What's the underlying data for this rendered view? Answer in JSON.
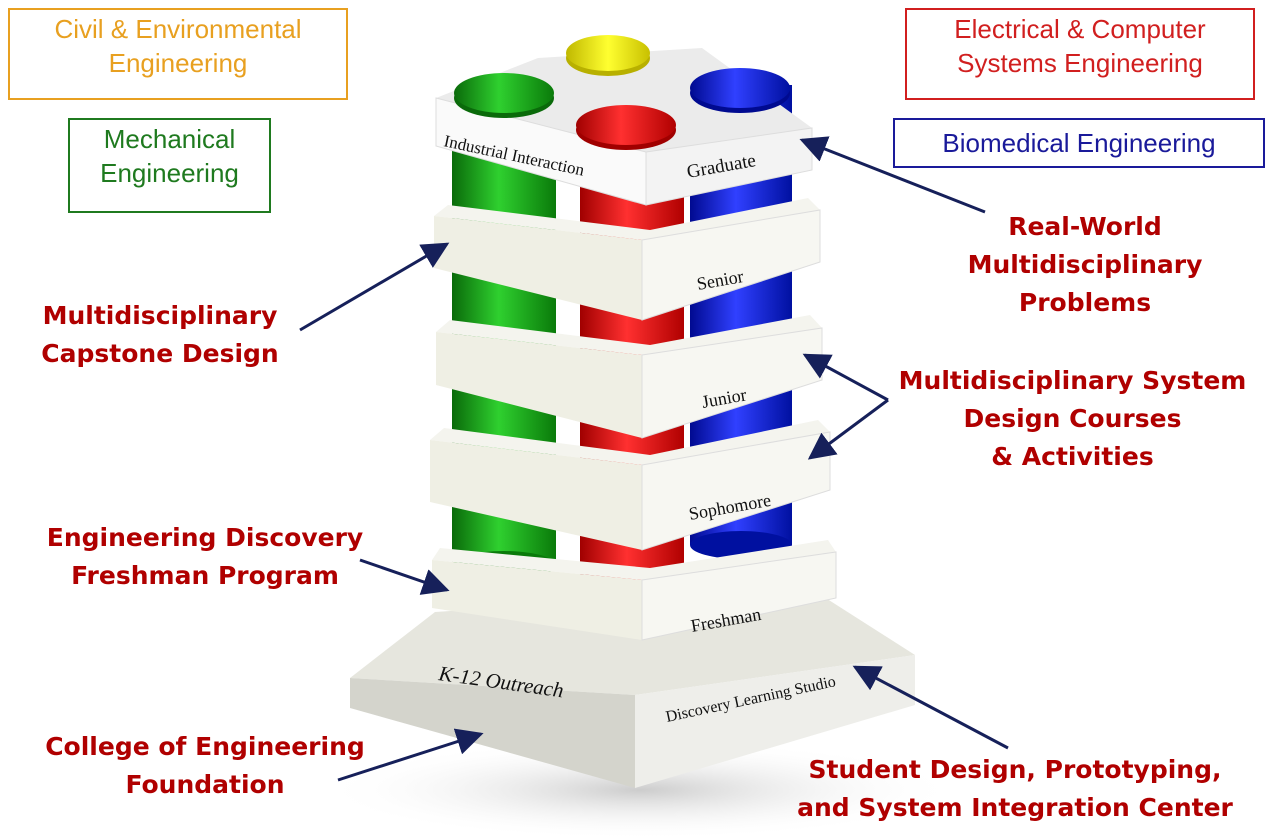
{
  "departments": {
    "civil": {
      "line1": "Civil & Environmental",
      "line2": "Engineering",
      "color": "#e8a020"
    },
    "mechanical": {
      "line1": "Mechanical",
      "line2": "Engineering",
      "color": "#1f7a1f"
    },
    "electrical": {
      "line1": "Electrical & Computer",
      "line2": "Systems Engineering",
      "color": "#d11f1f"
    },
    "biomedical": {
      "label": "Biomedical Engineering",
      "color": "#1a1a9a"
    }
  },
  "tower": {
    "levels": {
      "industrial": "Industrial Interaction",
      "graduate": "Graduate",
      "senior": "Senior",
      "junior": "Junior",
      "sophomore": "Sophomore",
      "freshman": "Freshman",
      "outreach": "K-12 Outreach",
      "studio": "Discovery Learning Studio"
    },
    "pillar_colors": {
      "green": "#16a016",
      "red": "#e01010",
      "blue": "#1020d0",
      "yellow": "#f0e800"
    }
  },
  "callouts": {
    "real_world": [
      "Real-World",
      "Multidisciplinary",
      "Problems"
    ],
    "capstone": [
      "Multidisciplinary",
      "Capstone Design"
    ],
    "system_design": [
      "Multidisciplinary System",
      "Design Courses",
      "& Activities"
    ],
    "discovery": [
      "Engineering Discovery",
      "Freshman Program"
    ],
    "foundation": [
      "College of Engineering",
      "Foundation"
    ],
    "student_center": [
      "Student Design, Prototyping,",
      "and System Integration Center"
    ],
    "callout_color": "#b00000",
    "arrow_color": "#16205a"
  }
}
